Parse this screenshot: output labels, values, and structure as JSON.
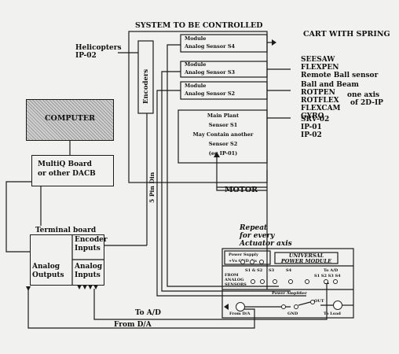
{
  "system": {
    "title": "SYSTEM TO BE CONTROLLED"
  },
  "modules": [
    {
      "title": "Module",
      "sensor": "Analog Sensor S4"
    },
    {
      "title": "Module",
      "sensor": "Analog Sensor S3"
    },
    {
      "title": "Module",
      "sensor": "Analog Sensor S2"
    }
  ],
  "main_plant": {
    "lines": [
      "Main Plant",
      "Sensor S1",
      "May Contain another",
      "Sensor S2",
      "(eg IP-01)"
    ]
  },
  "encoders": {
    "label": "Encoders"
  },
  "pin_label": "5 Pin Din",
  "motor_label": "MOTOR",
  "right_labels": {
    "cart": "CART WITH SPRING",
    "group2": [
      "SEESAW",
      "FLEXPEN",
      "Remote Ball sensor"
    ],
    "group3": [
      "Ball and Beam",
      "ROTPEN",
      "ROTFLEX",
      "FLEXCAM",
      "GYRO"
    ],
    "axis_note": [
      "one axis",
      "of 2D-IP"
    ],
    "group4": [
      "SRV-02",
      "IP-01",
      "IP-02"
    ]
  },
  "helicopters": [
    "Helicopters",
    "IP-02"
  ],
  "computer": {
    "label": "COMPUTER"
  },
  "multiq": {
    "lines": [
      "MultiQ Board",
      "or other DACB"
    ]
  },
  "terminal": {
    "title": "Terminal board",
    "encoder_inputs": [
      "Encoder",
      "Inputs"
    ],
    "analog_outputs": [
      "Analog",
      "Outputs"
    ],
    "analog_inputs": [
      "Analog",
      "Inputs"
    ]
  },
  "repeat_note": [
    "Repeat",
    "for every",
    "Actuator axis"
  ],
  "upm": {
    "power_supply": "Power Supply",
    "power_supply_pins": "+Vs   GND   -Vs",
    "title": [
      "UNIVERSAL",
      "POWER MODULE"
    ],
    "sensor_channels": [
      "S1 & S2",
      "S3",
      "S4"
    ],
    "from_analog": [
      "FROM",
      "ANALOG",
      "SENSORS"
    ],
    "to_ad": "To A/D",
    "to_ad_channels": "S1 S2 S3 S4",
    "power_amplifier": "Power Amplifier",
    "from_da": "From D/A",
    "gain_out": "OUT",
    "gnd": "GND",
    "to_load": "To Load"
  },
  "signals": {
    "to_ad": "To A/D",
    "from_da": "From D/A"
  }
}
